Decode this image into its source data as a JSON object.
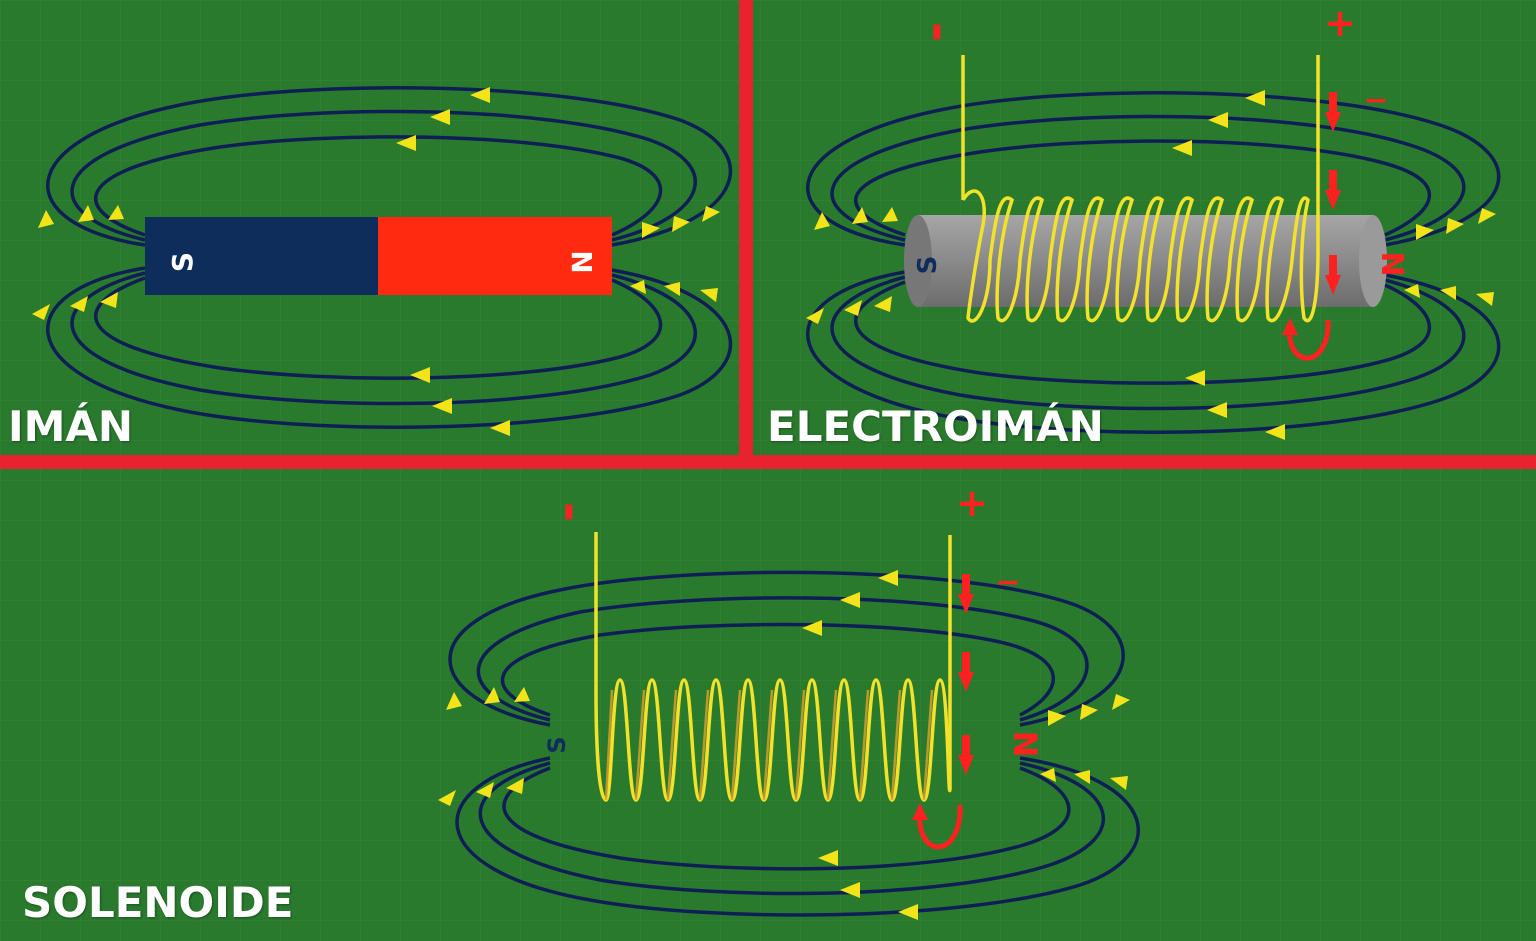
{
  "panels": {
    "iman": {
      "label": "IMÁN",
      "pole_left": "S",
      "pole_right": "N"
    },
    "electroiman": {
      "label": "ELECTROIMÁN",
      "pole_left": "S",
      "pole_right": "N",
      "terminal_left": "-",
      "terminal_right": "+",
      "current_sign": "−"
    },
    "solenoide": {
      "label": "SOLENOIDE",
      "pole_left": "S",
      "pole_right": "N",
      "terminal_left": "-",
      "terminal_right": "+",
      "current_sign": "−"
    }
  },
  "colors": {
    "background": "#2a7a2e",
    "grid": "#3c8c40",
    "divider": "#e8232f",
    "field_line": "#0f1f55",
    "arrow": "#f2e419",
    "magnet_s": "#0f2d5a",
    "magnet_n": "#ff2a10",
    "coil": "#f2e22a",
    "core": "#8a8a8a",
    "current": "#ff2020"
  }
}
